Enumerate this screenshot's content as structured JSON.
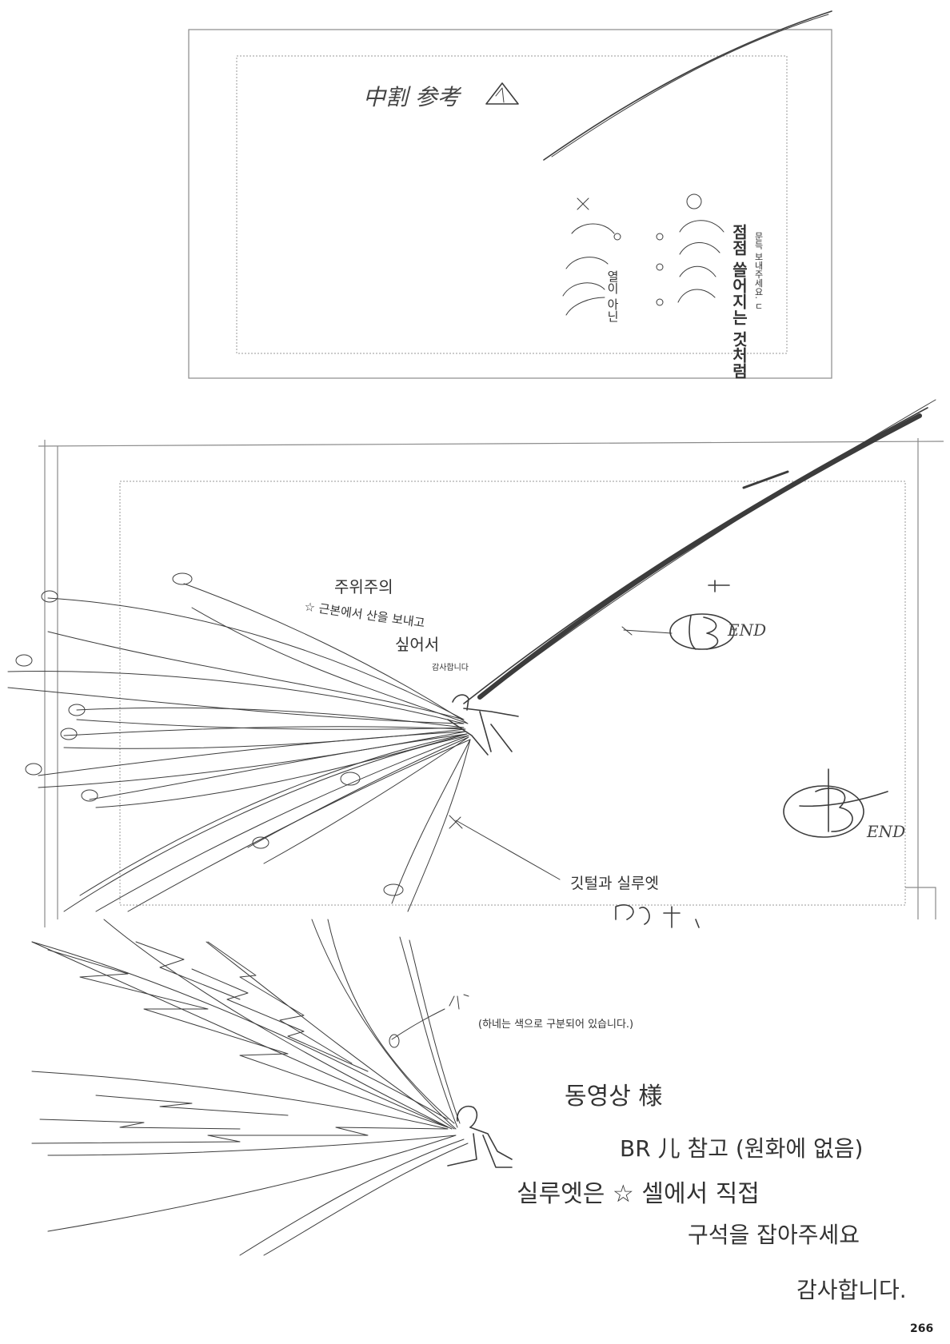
{
  "top_panel": {
    "label_scribble": "中割 参考",
    "vertical_note_main": "점점 쓸어지는 것처럼",
    "vertical_note_small": "문득 보내주세요. ㄷ",
    "vertical_note_2": "열이 아닌"
  },
  "middle_panel": {
    "note_caution_title": "주위주의",
    "note_caution_body_1": "☆ 근본에서 산을 보내고",
    "note_caution_body_2": "싶어서",
    "note_thanks_small": "감사합니다",
    "note_feather": "깃털과 실루엣",
    "end_mark_1": "END",
    "end_mark_2": "END"
  },
  "bottom_panel": {
    "note_hane": "(하네는 색으로 구분되어 있습니다.)",
    "note_to": "동영상 様",
    "note_br": "BR 儿 참고 (원화에 없음)",
    "note_silhouette": "실루엣은 ☆ 셀에서 직접",
    "note_composition": "구석을 잡아주세요",
    "note_thanks": "감사합니다."
  },
  "page_number": "266"
}
